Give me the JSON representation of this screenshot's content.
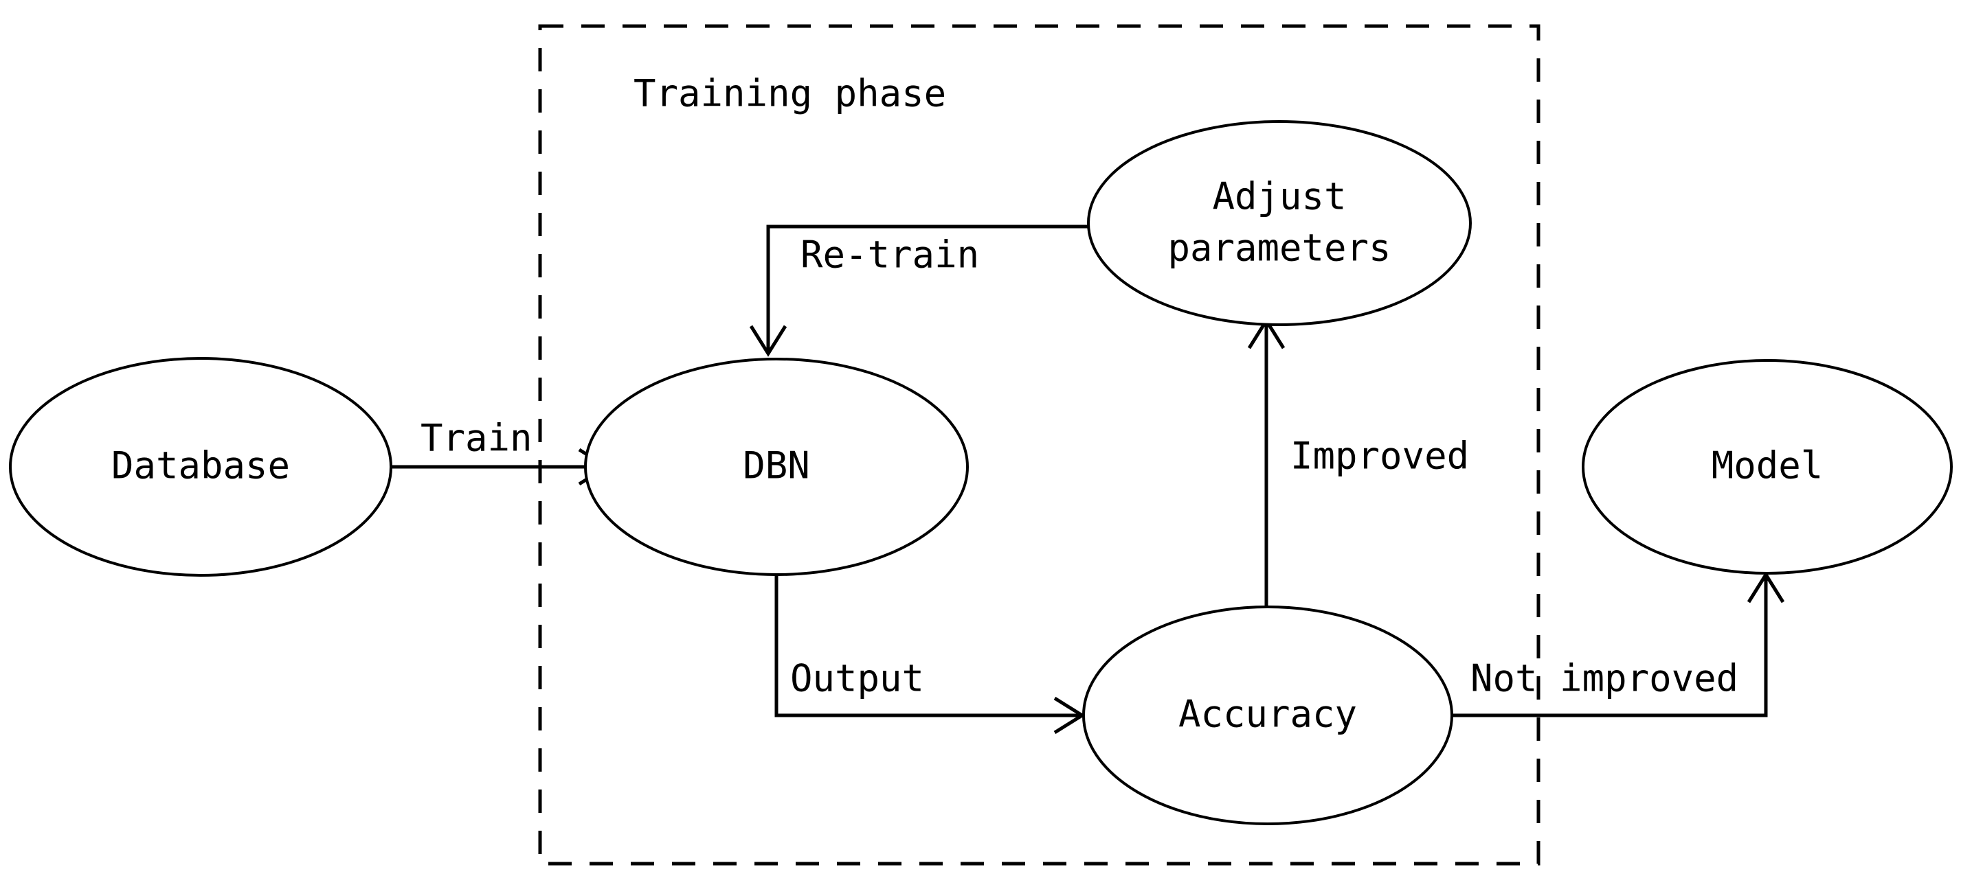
{
  "diagram": {
    "title": "DBN training phase flowchart",
    "type": "flowchart",
    "background_color": "#ffffff",
    "stroke_color": "#000000",
    "phase_box": {
      "label": "Training phase",
      "style": "dashed"
    },
    "nodes": [
      {
        "id": "database",
        "label": "Database",
        "shape": "ellipse",
        "inside_phase_box": false
      },
      {
        "id": "dbn",
        "label": "DBN",
        "shape": "ellipse",
        "inside_phase_box": true
      },
      {
        "id": "adjust",
        "label_line1": "Adjust",
        "label_line2": "parameters",
        "label": "Adjust parameters",
        "shape": "ellipse",
        "inside_phase_box": true
      },
      {
        "id": "accuracy",
        "label": "Accuracy",
        "shape": "ellipse",
        "inside_phase_box": true
      },
      {
        "id": "model",
        "label": "Model",
        "shape": "ellipse",
        "inside_phase_box": false
      }
    ],
    "edges": [
      {
        "id": "train",
        "label": "Train",
        "from": "database",
        "to": "dbn",
        "arrow": true
      },
      {
        "id": "retrain",
        "label": "Re-train",
        "from": "adjust",
        "to": "dbn",
        "arrow": true
      },
      {
        "id": "output",
        "label": "Output",
        "from": "dbn",
        "to": "accuracy",
        "arrow": true
      },
      {
        "id": "improved",
        "label": "Improved",
        "from": "accuracy",
        "to": "adjust",
        "arrow": true
      },
      {
        "id": "not-improved",
        "label": "Not improved",
        "from": "accuracy",
        "to": "model",
        "arrow": true
      }
    ]
  }
}
